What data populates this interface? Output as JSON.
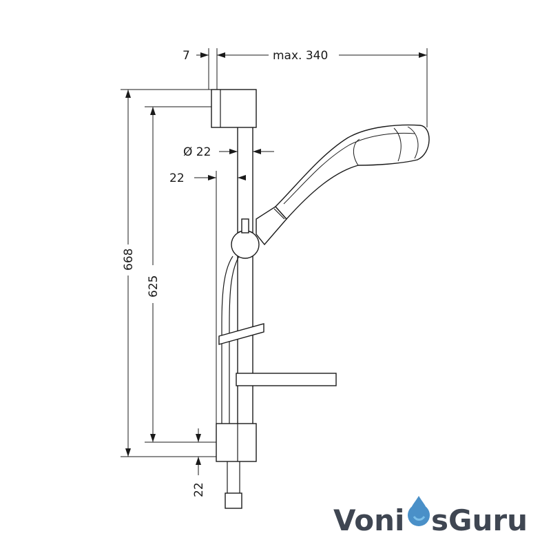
{
  "dimensions": {
    "wall_offset": "7",
    "max_reach": "max. 340",
    "rod_diameter": "Ø 22",
    "rod_offset": "22",
    "total_height": "668",
    "bracket_spacing": "625",
    "bottom_offset": "22"
  },
  "watermark": {
    "brand": "VoniosGuru",
    "part_left": "Voni",
    "part_right": "sGuru",
    "colors": {
      "text": "#3f4652",
      "drop": "#4a90c8",
      "drop_light": "#7cc0ea"
    }
  }
}
